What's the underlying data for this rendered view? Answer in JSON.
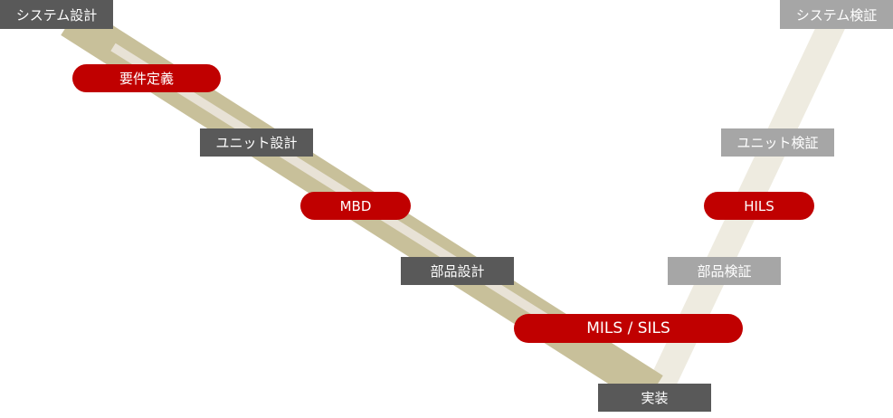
{
  "colors": {
    "design": "#595959",
    "verification": "#a6a6a6",
    "method": "#c00000",
    "left_band": "#c8c09a",
    "right_band": "#eeebe0"
  },
  "design": {
    "system": "システム設計",
    "unit": "ユニット設計",
    "part": "部品設計",
    "implementation": "実装"
  },
  "methods": {
    "requirements": "要件定義",
    "mbd": "MBD",
    "mils_sils": "MILS / SILS",
    "hils": "HILS"
  },
  "verification": {
    "system": "システム検証",
    "unit": "ユニット検証",
    "part": "部品検証"
  }
}
